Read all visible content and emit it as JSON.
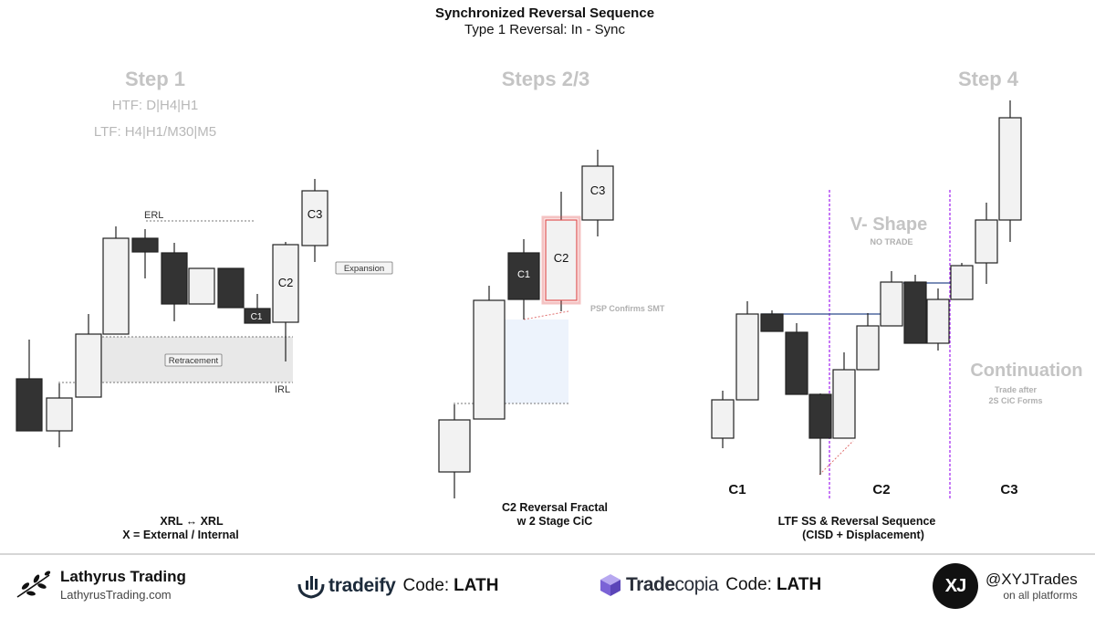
{
  "header": {
    "title": "Synchronized Reversal Sequence",
    "subtitle": "Type 1 Reversal: In - Sync"
  },
  "step1": {
    "heading": "Step 1",
    "htf": "HTF: D|H4|H1",
    "ltf": "LTF: H4|H1/M30|M5",
    "erl": "ERL",
    "irl": "IRL",
    "retracement": "Retracement",
    "expansion": "Expansion",
    "c1": "C1",
    "c2": "C2",
    "c3": "C3",
    "caption1": "XRL ↔ XRL",
    "caption2": "X = External / Internal"
  },
  "step23": {
    "heading": "Steps 2/3",
    "c1": "C1",
    "c2": "C2",
    "c3": "C3",
    "psp": "PSP Confirms SMT",
    "caption1": "C2 Reversal Fractal",
    "caption2": "w 2 Stage CiC"
  },
  "step4": {
    "heading": "Step 4",
    "vshape": "V- Shape",
    "no_trade": "NO TRADE",
    "continuation": "Continuation",
    "trade_after1": "Trade after",
    "trade_after2": "2S CiC Forms",
    "c1": "C1",
    "c2": "C2",
    "c3": "C3",
    "caption1": "LTF SS & Reversal Sequence",
    "caption2": "(CISD + Displacement)"
  },
  "footer": {
    "brand_name": "Lathyrus Trading",
    "brand_url": "LathyrusTrading.com",
    "tradeify_name": "tradeify",
    "tradeify_code_label": "Code:",
    "tradeify_code": "LATH",
    "tradecopia_name_a": "Trade",
    "tradecopia_name_b": "copia",
    "tradecopia_code_label": "Code:",
    "tradecopia_code": "LATH",
    "xyj_logo": "XJ",
    "handle": "@XYJTrades",
    "handle_sub": "on all platforms"
  },
  "colors": {
    "bull_fill": "#f2f2f2",
    "bear_fill": "#333333",
    "vline": "#a020f0",
    "hline": "#2c4a8c",
    "retrace_zone": "#e8e8e8",
    "fvg_zone": "#edf3fc",
    "c2_highlight": "#e05050"
  },
  "icons": [
    "leaf-branch-icon",
    "tradeify-hands-icon",
    "tradecopia-cube-icon"
  ]
}
